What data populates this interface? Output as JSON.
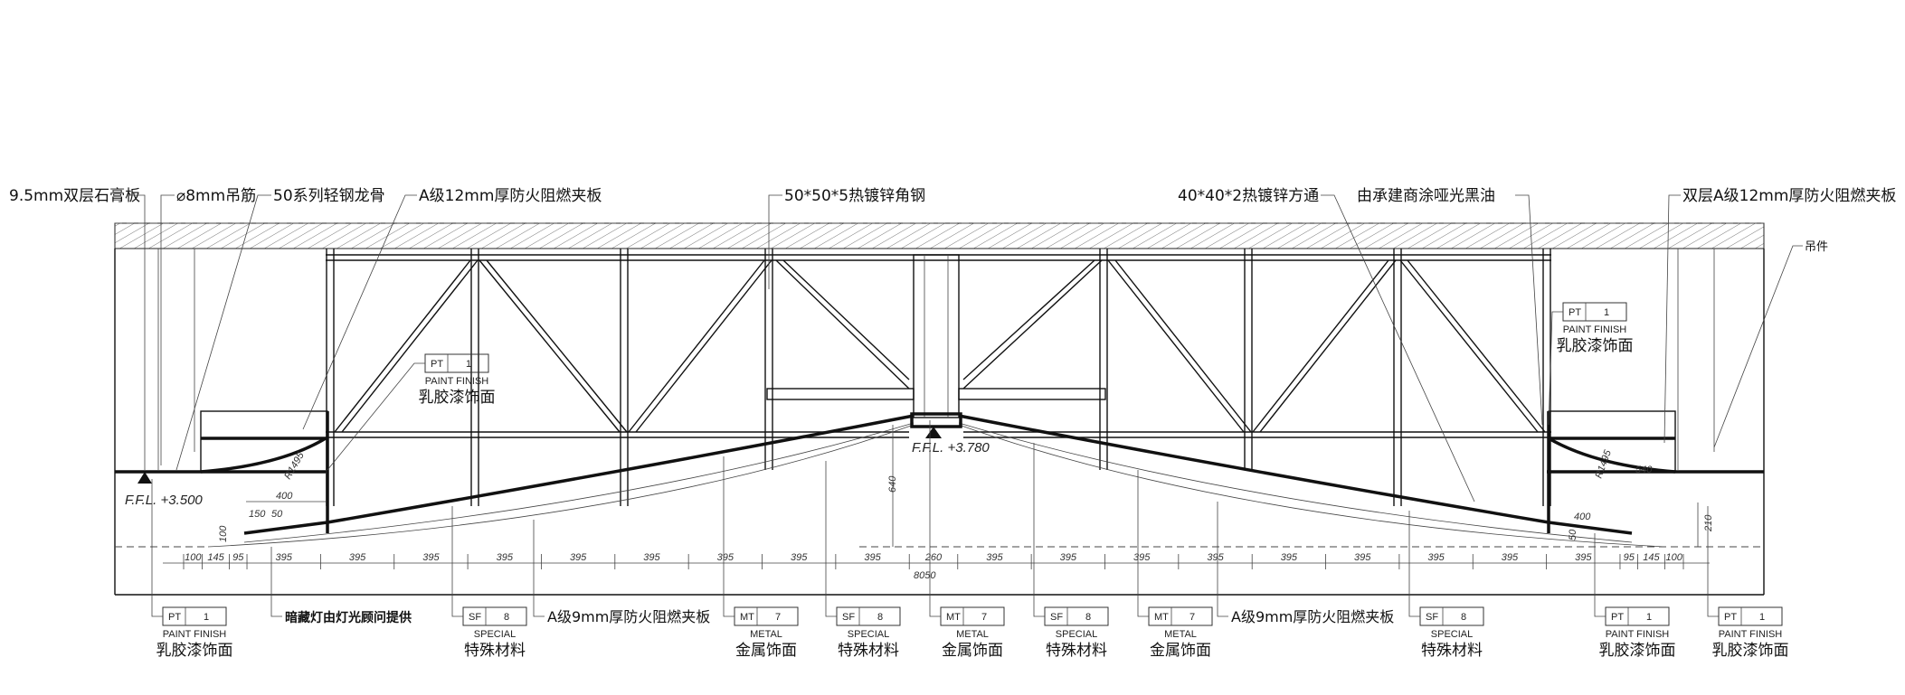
{
  "top_labels": {
    "gypsum": "9.5mm双层石膏板",
    "rod": "⌀8mm吊筋",
    "keel": "50系列轻钢龙骨",
    "board12": "A级12mm厚防火阻燃夹板",
    "angle": "50*50*5热镀锌角钢",
    "tube": "40*40*2热镀锌方通",
    "black_oil": "由承建商涂哑光黑油",
    "double_board": "双层A级12mm厚防火阻燃夹板",
    "hanger": "吊件"
  },
  "levels": {
    "left": "F.F.L. +3.500",
    "center": "F.F.L. +3.780"
  },
  "dimensions": {
    "segments": [
      "100",
      "145",
      "95",
      "395",
      "395",
      "395",
      "395",
      "395",
      "395",
      "395",
      "395",
      "395",
      "260",
      "395",
      "395",
      "395",
      "395",
      "395",
      "395",
      "395",
      "395",
      "395",
      "95",
      "145",
      "100"
    ],
    "total": "8050",
    "height_center": "640",
    "height_right": "210",
    "radius": "R1495",
    "d400": "400",
    "d150": "150",
    "d50": "50",
    "d540": "540",
    "d100": "100"
  },
  "tags": [
    {
      "code": "PT",
      "num": "1",
      "en": "PAINT FINISH",
      "cn": "乳胶漆饰面"
    },
    {
      "code": "SF",
      "num": "8",
      "en": "SPECIAL",
      "cn": "特殊材料"
    },
    {
      "code": "MT",
      "num": "7",
      "en": "METAL",
      "cn": "金属饰面"
    }
  ],
  "bottom_notes": {
    "hidden_light": "暗藏灯由灯光顾问提供",
    "board9": "A级9mm厚防火阻燃夹板"
  }
}
